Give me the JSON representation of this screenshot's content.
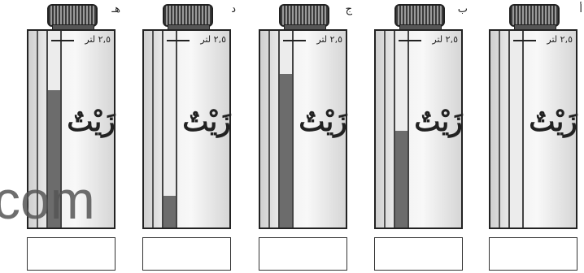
{
  "capacity_label": "٢,٥ لتر",
  "product_label": "زَيْتٌ",
  "watermark": "com",
  "cans": [
    {
      "letter": "هـ",
      "fill_fraction": 0.7
    },
    {
      "letter": "د",
      "fill_fraction": 0.16
    },
    {
      "letter": "ج",
      "fill_fraction": 0.78
    },
    {
      "letter": "ب",
      "fill_fraction": 0.49
    },
    {
      "letter": "أ",
      "fill_fraction": 0.0
    }
  ],
  "colors": {
    "oil": "#6c6c6c",
    "outline": "#222222"
  }
}
